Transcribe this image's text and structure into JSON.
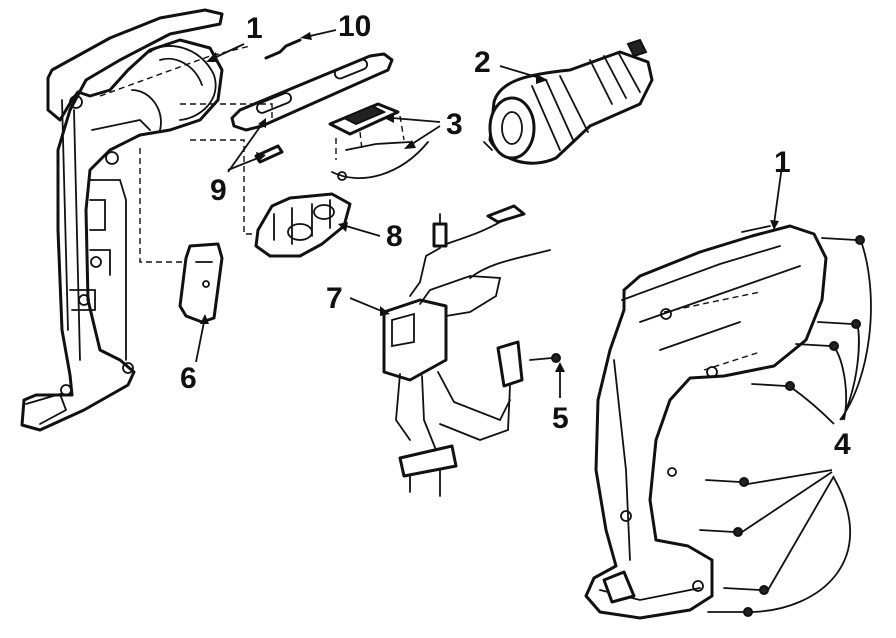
{
  "diagram": {
    "callouts": [
      {
        "id": "c1a",
        "text": "1"
      },
      {
        "id": "c10",
        "text": "10"
      },
      {
        "id": "c2",
        "text": "2"
      },
      {
        "id": "c3",
        "text": "3"
      },
      {
        "id": "c1b",
        "text": "1"
      },
      {
        "id": "c9",
        "text": "9"
      },
      {
        "id": "c8",
        "text": "8"
      },
      {
        "id": "c7",
        "text": "7"
      },
      {
        "id": "c6",
        "text": "6"
      },
      {
        "id": "c5",
        "text": "5"
      },
      {
        "id": "c4",
        "text": "4"
      }
    ],
    "parts": [
      {
        "id": "housing-left-half",
        "callout": "1"
      },
      {
        "id": "housing-right-half",
        "callout": "1"
      },
      {
        "id": "motor",
        "callout": "2"
      },
      {
        "id": "switch-cover",
        "callout": "3"
      },
      {
        "id": "housing-screws",
        "callout": "4"
      },
      {
        "id": "screw",
        "callout": "5"
      },
      {
        "id": "side-plate",
        "callout": "6"
      },
      {
        "id": "switch-assembly",
        "callout": "7"
      },
      {
        "id": "bracket",
        "callout": "8"
      },
      {
        "id": "pin",
        "callout": "9"
      },
      {
        "id": "spring",
        "callout": "10"
      }
    ]
  }
}
